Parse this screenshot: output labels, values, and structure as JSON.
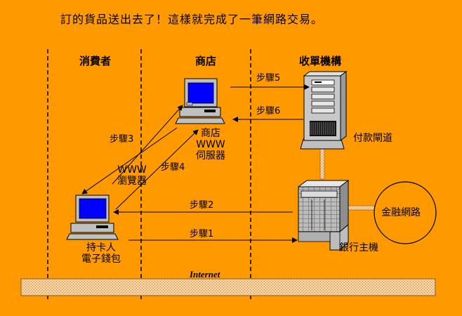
{
  "title": "訂的貨品送出去了！這樣就完成了一筆網路交易。",
  "columns": {
    "consumer": "消費者",
    "store": "商店",
    "acquirer": "收單機構"
  },
  "steps": {
    "step1": "步驟1",
    "step2": "步驟2",
    "step3": "步驟3",
    "step4": "步驟4",
    "step5": "步驟5",
    "step6": "步驟6"
  },
  "labels": {
    "browser_line1": "WWW",
    "browser_line2": "瀏覽器",
    "store_server_line1": "商店",
    "store_server_line2": "WWW",
    "store_server_line3": "伺服器",
    "payment_gateway": "付款閘道",
    "cardholder_line1": "持卡人",
    "cardholder_line2": "電子錢包",
    "bank_host": "銀行主機",
    "financial_network": "金融網路",
    "internet": "Internet"
  },
  "colors": {
    "background": "#FF9900",
    "screen": "#0000FF",
    "device": "#C0C0C0",
    "internet_bar": "#F2C68E"
  }
}
